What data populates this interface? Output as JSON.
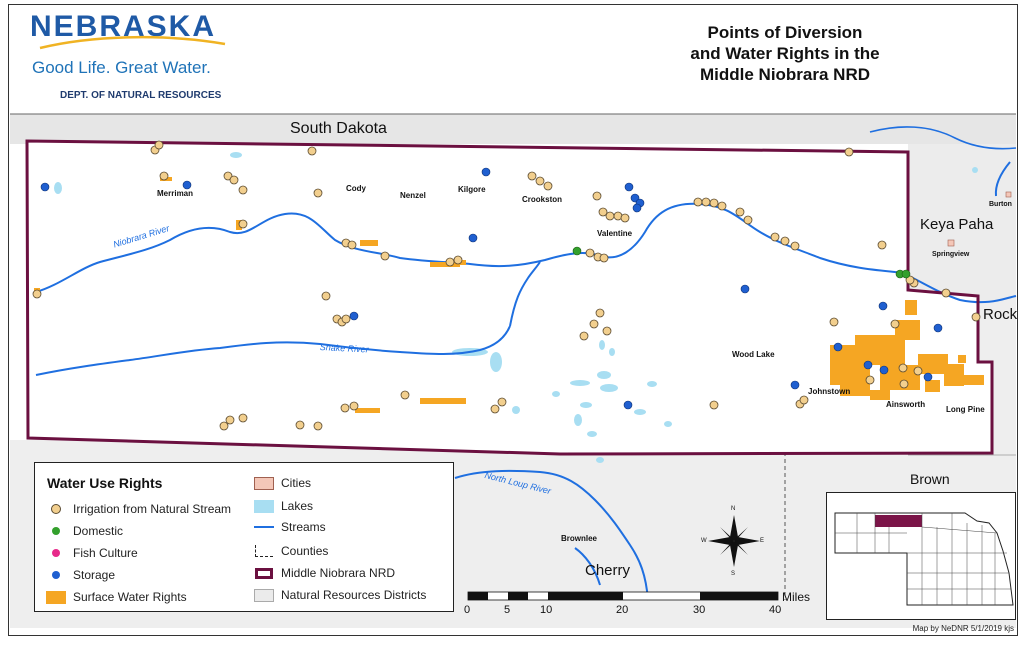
{
  "logo": {
    "title": "NEBRASKA",
    "tagline": "Good Life. Great Water.",
    "department": "DEPT. OF NATURAL RESOURCES"
  },
  "title_lines": [
    "Points of Diversion",
    "and Water Rights in the",
    "Middle Niobrara NRD"
  ],
  "regions": {
    "south_dakota": "South Dakota",
    "keya_paha": "Keya Paha",
    "rock": "Rock",
    "brown": "Brown",
    "cherry": "Cherry"
  },
  "places": {
    "merriman": "Merriman",
    "cody": "Cody",
    "nenzel": "Nenzel",
    "kilgore": "Kilgore",
    "crookston": "Crookston",
    "valentine": "Valentine",
    "burton": "Burton",
    "springview": "Springview",
    "wood_lake": "Wood Lake",
    "johnstown": "Johnstown",
    "ainsworth": "Ainsworth",
    "long_pine": "Long Pine",
    "brownlee": "Brownlee"
  },
  "rivers": {
    "niobrara": "Niobrara River",
    "snake": "Snake River",
    "north_loup": "North Loup River"
  },
  "legend": {
    "heading": "Water Use Rights",
    "irrigation": "Irrigation from Natural Stream",
    "domestic": "Domestic",
    "fish": "Fish Culture",
    "storage": "Storage",
    "surface": "Surface Water Rights",
    "cities": "Cities",
    "lakes": "Lakes",
    "streams": "Streams",
    "counties": "Counties",
    "nrd": "Middle Niobrara NRD",
    "nrds": "Natural Resources Districts"
  },
  "scale": {
    "ticks": [
      "0",
      "5",
      "10",
      "20",
      "30",
      "40"
    ],
    "unit": "Miles"
  },
  "compass": {
    "n": "N",
    "s": "S",
    "e": "E",
    "w": "W"
  },
  "credit": "Map by NeDNR 5/1/2019 kjs",
  "colors": {
    "irrigation": "#f2cf8e",
    "domestic": "#33a02c",
    "fish": "#e7298a",
    "storage": "#1f5fd0",
    "surface": "#f5a623",
    "cities": "#f4c7b8",
    "lakes": "#a8def2",
    "streams": "#1f6fe0",
    "nrd_boundary": "#6b1040",
    "nrd_fill": "#ebebeb"
  }
}
